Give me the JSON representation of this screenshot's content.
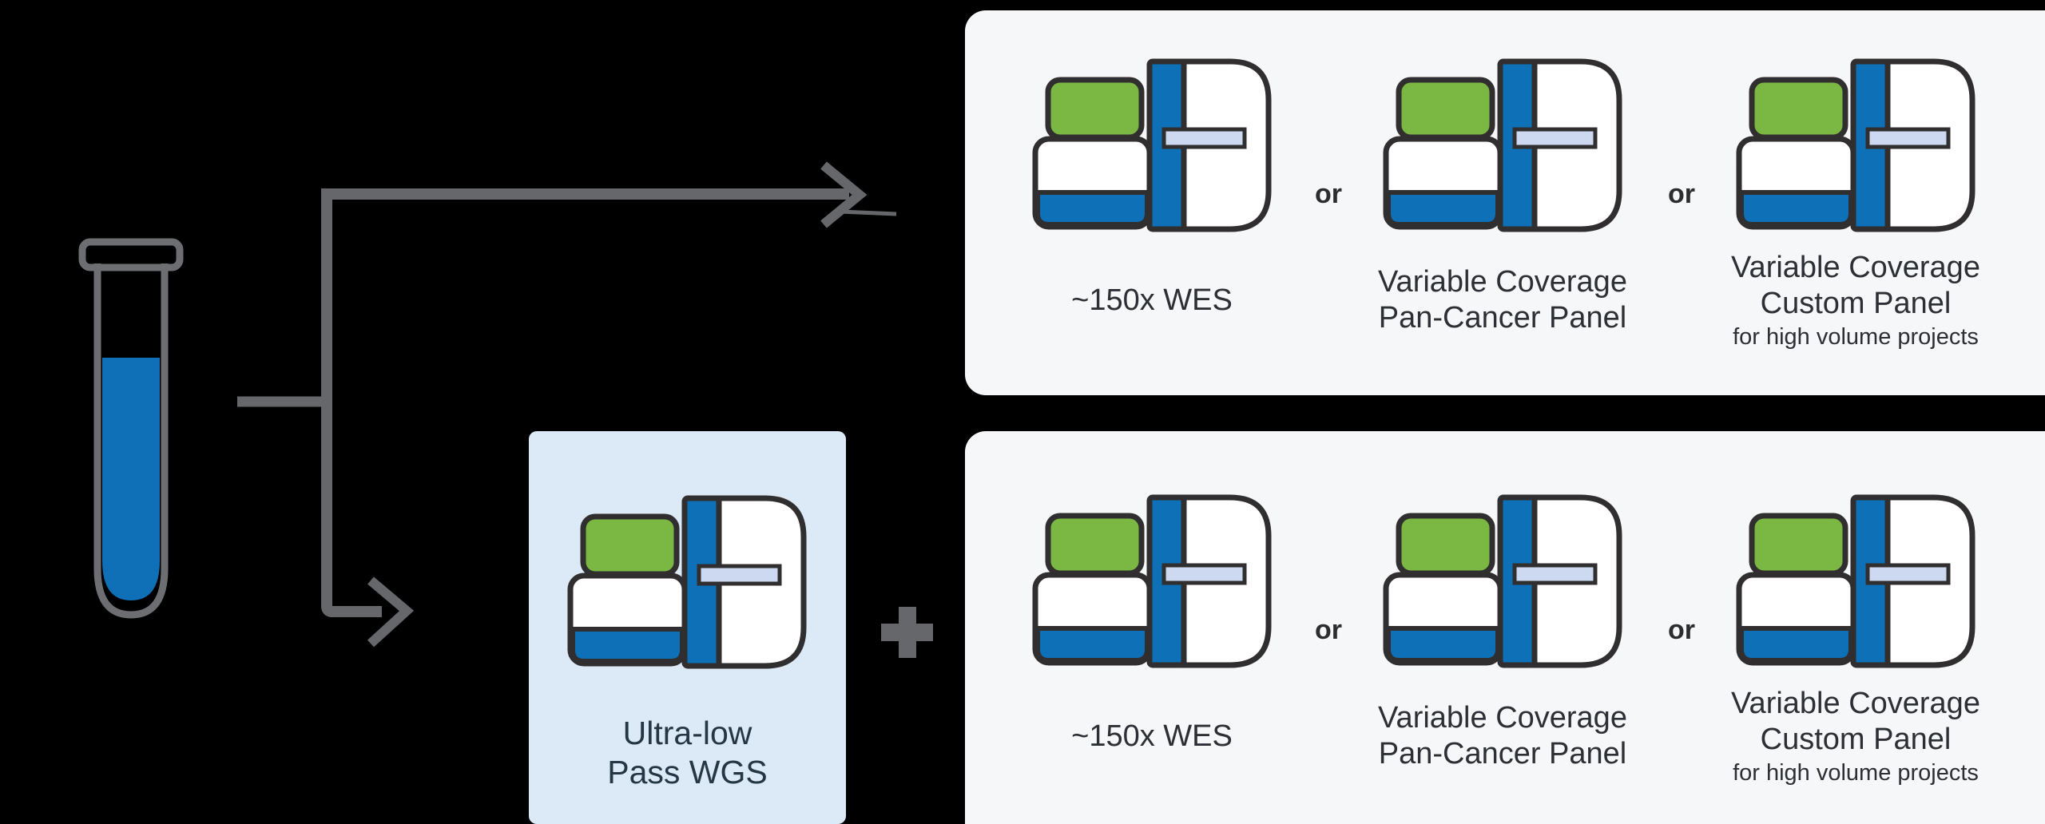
{
  "colors": {
    "background": "#000000",
    "panel_bg": "#f6f7f9",
    "ultra_box_bg": "#dce9f6",
    "accent_blue": "#0e71b8",
    "accent_green": "#7bb843",
    "slot_light_blue": "#cdd9f0",
    "icon_outline": "#302e2f",
    "connector_gray": "#65676b",
    "label_text": "#2c2f33"
  },
  "icons": {
    "test_tube": "test-tube-icon",
    "sequencer": "sequencer-icon",
    "arrow": "arrow-icon",
    "plus": "plus-icon"
  },
  "panels": [
    {
      "name": "top",
      "or_label": "or",
      "options": [
        {
          "lines": [
            "~150x WES"
          ],
          "sublabel": ""
        },
        {
          "lines": [
            "Variable Coverage",
            "Pan-Cancer Panel"
          ],
          "sublabel": ""
        },
        {
          "lines": [
            "Variable Coverage",
            "Custom Panel"
          ],
          "sublabel": "for high volume projects"
        }
      ]
    },
    {
      "name": "bottom",
      "or_label": "or",
      "options": [
        {
          "lines": [
            "~150x WES"
          ],
          "sublabel": ""
        },
        {
          "lines": [
            "Variable Coverage",
            "Pan-Cancer Panel"
          ],
          "sublabel": ""
        },
        {
          "lines": [
            "Variable Coverage",
            "Custom Panel"
          ],
          "sublabel": "for high volume projects"
        }
      ]
    }
  ],
  "ultra_low_box": {
    "lines": [
      "Ultra-low",
      "Pass WGS"
    ]
  },
  "plus_symbol": "+"
}
